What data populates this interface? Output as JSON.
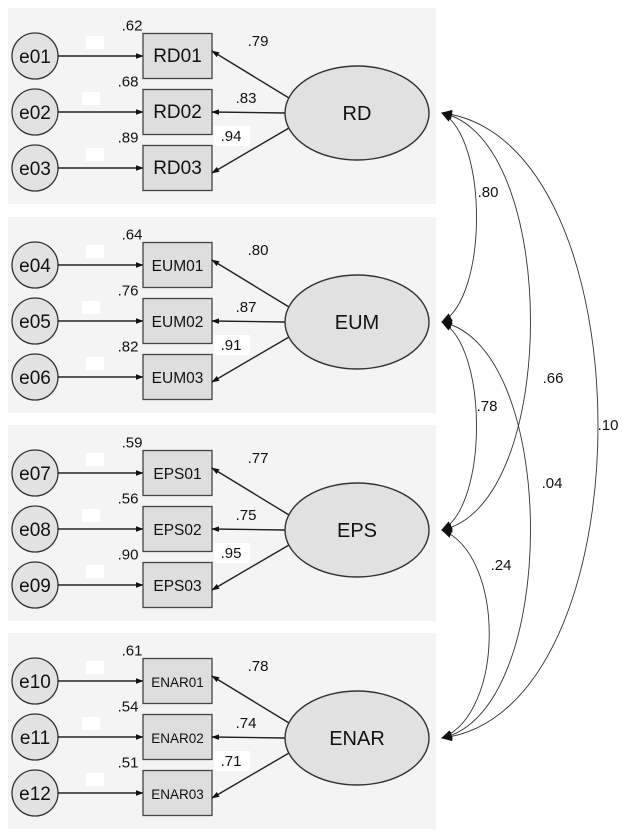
{
  "diagram": {
    "type": "structural-equation-model",
    "constructs": [
      {
        "name": "RD",
        "indicators": [
          {
            "error": "e01",
            "name": "RD01",
            "r2": ".62",
            "loading": ".79"
          },
          {
            "error": "e02",
            "name": "RD02",
            "r2": ".68",
            "loading": ".83"
          },
          {
            "error": "e03",
            "name": "RD03",
            "r2": ".89",
            "loading": ".94"
          }
        ]
      },
      {
        "name": "EUM",
        "indicators": [
          {
            "error": "e04",
            "name": "EUM01",
            "r2": ".64",
            "loading": ".80"
          },
          {
            "error": "e05",
            "name": "EUM02",
            "r2": ".76",
            "loading": ".87"
          },
          {
            "error": "e06",
            "name": "EUM03",
            "r2": ".82",
            "loading": ".91"
          }
        ]
      },
      {
        "name": "EPS",
        "indicators": [
          {
            "error": "e07",
            "name": "EPS01",
            "r2": ".59",
            "loading": ".77"
          },
          {
            "error": "e08",
            "name": "EPS02",
            "r2": ".56",
            "loading": ".75"
          },
          {
            "error": "e09",
            "name": "EPS03",
            "r2": ".90",
            "loading": ".95"
          }
        ]
      },
      {
        "name": "ENAR",
        "indicators": [
          {
            "error": "e10",
            "name": "ENAR01",
            "r2": ".61",
            "loading": ".78"
          },
          {
            "error": "e11",
            "name": "ENAR02",
            "r2": ".54",
            "loading": ".74"
          },
          {
            "error": "e12",
            "name": "ENAR03",
            "r2": ".51",
            "loading": ".71"
          }
        ]
      }
    ],
    "covariances": [
      {
        "from": "RD",
        "to": "EUM",
        "value": ".80"
      },
      {
        "from": "RD",
        "to": "EPS",
        "value": ".66"
      },
      {
        "from": "RD",
        "to": "ENAR",
        "value": ".10"
      },
      {
        "from": "EUM",
        "to": "EPS",
        "value": ".78"
      },
      {
        "from": "EUM",
        "to": "ENAR",
        "value": ".04"
      },
      {
        "from": "EPS",
        "to": "ENAR",
        "value": ".24"
      }
    ]
  }
}
